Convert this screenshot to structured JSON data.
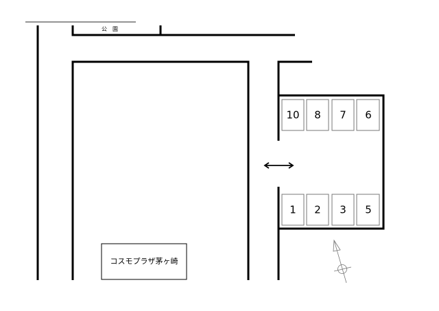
{
  "map": {
    "park_label": "公　園",
    "building_label": "コスモプラザ茅ヶ崎",
    "top_row_spaces": [
      "10",
      "8",
      "7",
      "6"
    ],
    "bottom_row_spaces": [
      "1",
      "2",
      "3",
      "5"
    ],
    "entrance_icon": "double-arrow-icon",
    "north_icon": "compass-north-icon"
  }
}
